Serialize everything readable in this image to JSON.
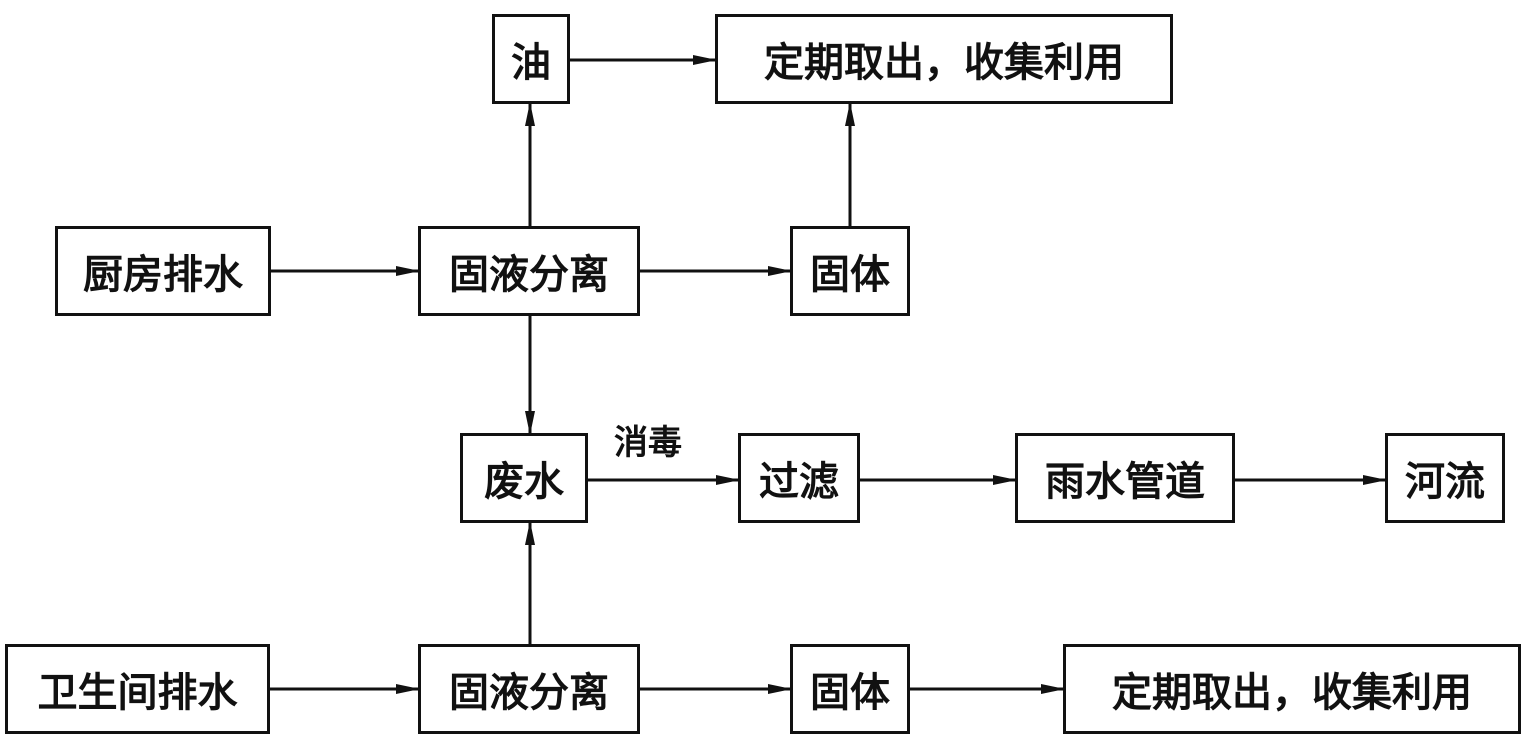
{
  "nodes": {
    "kitchen_drain": "厨房排水",
    "separation_top": "固液分离",
    "oil": "油",
    "collect_top": "定期取出，收集利用",
    "solid_top": "固体",
    "wastewater": "废水",
    "filter": "过滤",
    "rain_pipe": "雨水管道",
    "river": "河流",
    "toilet_drain": "卫生间排水",
    "separation_bottom": "固液分离",
    "solid_bottom": "固体",
    "collect_bottom": "定期取出，收集利用"
  },
  "edge_labels": {
    "disinfection": "消毒"
  },
  "edges": [
    {
      "from": "kitchen_drain",
      "to": "separation_top"
    },
    {
      "from": "separation_top",
      "to": "oil"
    },
    {
      "from": "oil",
      "to": "collect_top"
    },
    {
      "from": "separation_top",
      "to": "solid_top"
    },
    {
      "from": "solid_top",
      "to": "collect_top"
    },
    {
      "from": "separation_top",
      "to": "wastewater"
    },
    {
      "from": "wastewater",
      "to": "filter",
      "label": "disinfection"
    },
    {
      "from": "filter",
      "to": "rain_pipe"
    },
    {
      "from": "rain_pipe",
      "to": "river"
    },
    {
      "from": "toilet_drain",
      "to": "separation_bottom"
    },
    {
      "from": "separation_bottom",
      "to": "wastewater"
    },
    {
      "from": "separation_bottom",
      "to": "solid_bottom"
    },
    {
      "from": "solid_bottom",
      "to": "collect_bottom"
    }
  ]
}
